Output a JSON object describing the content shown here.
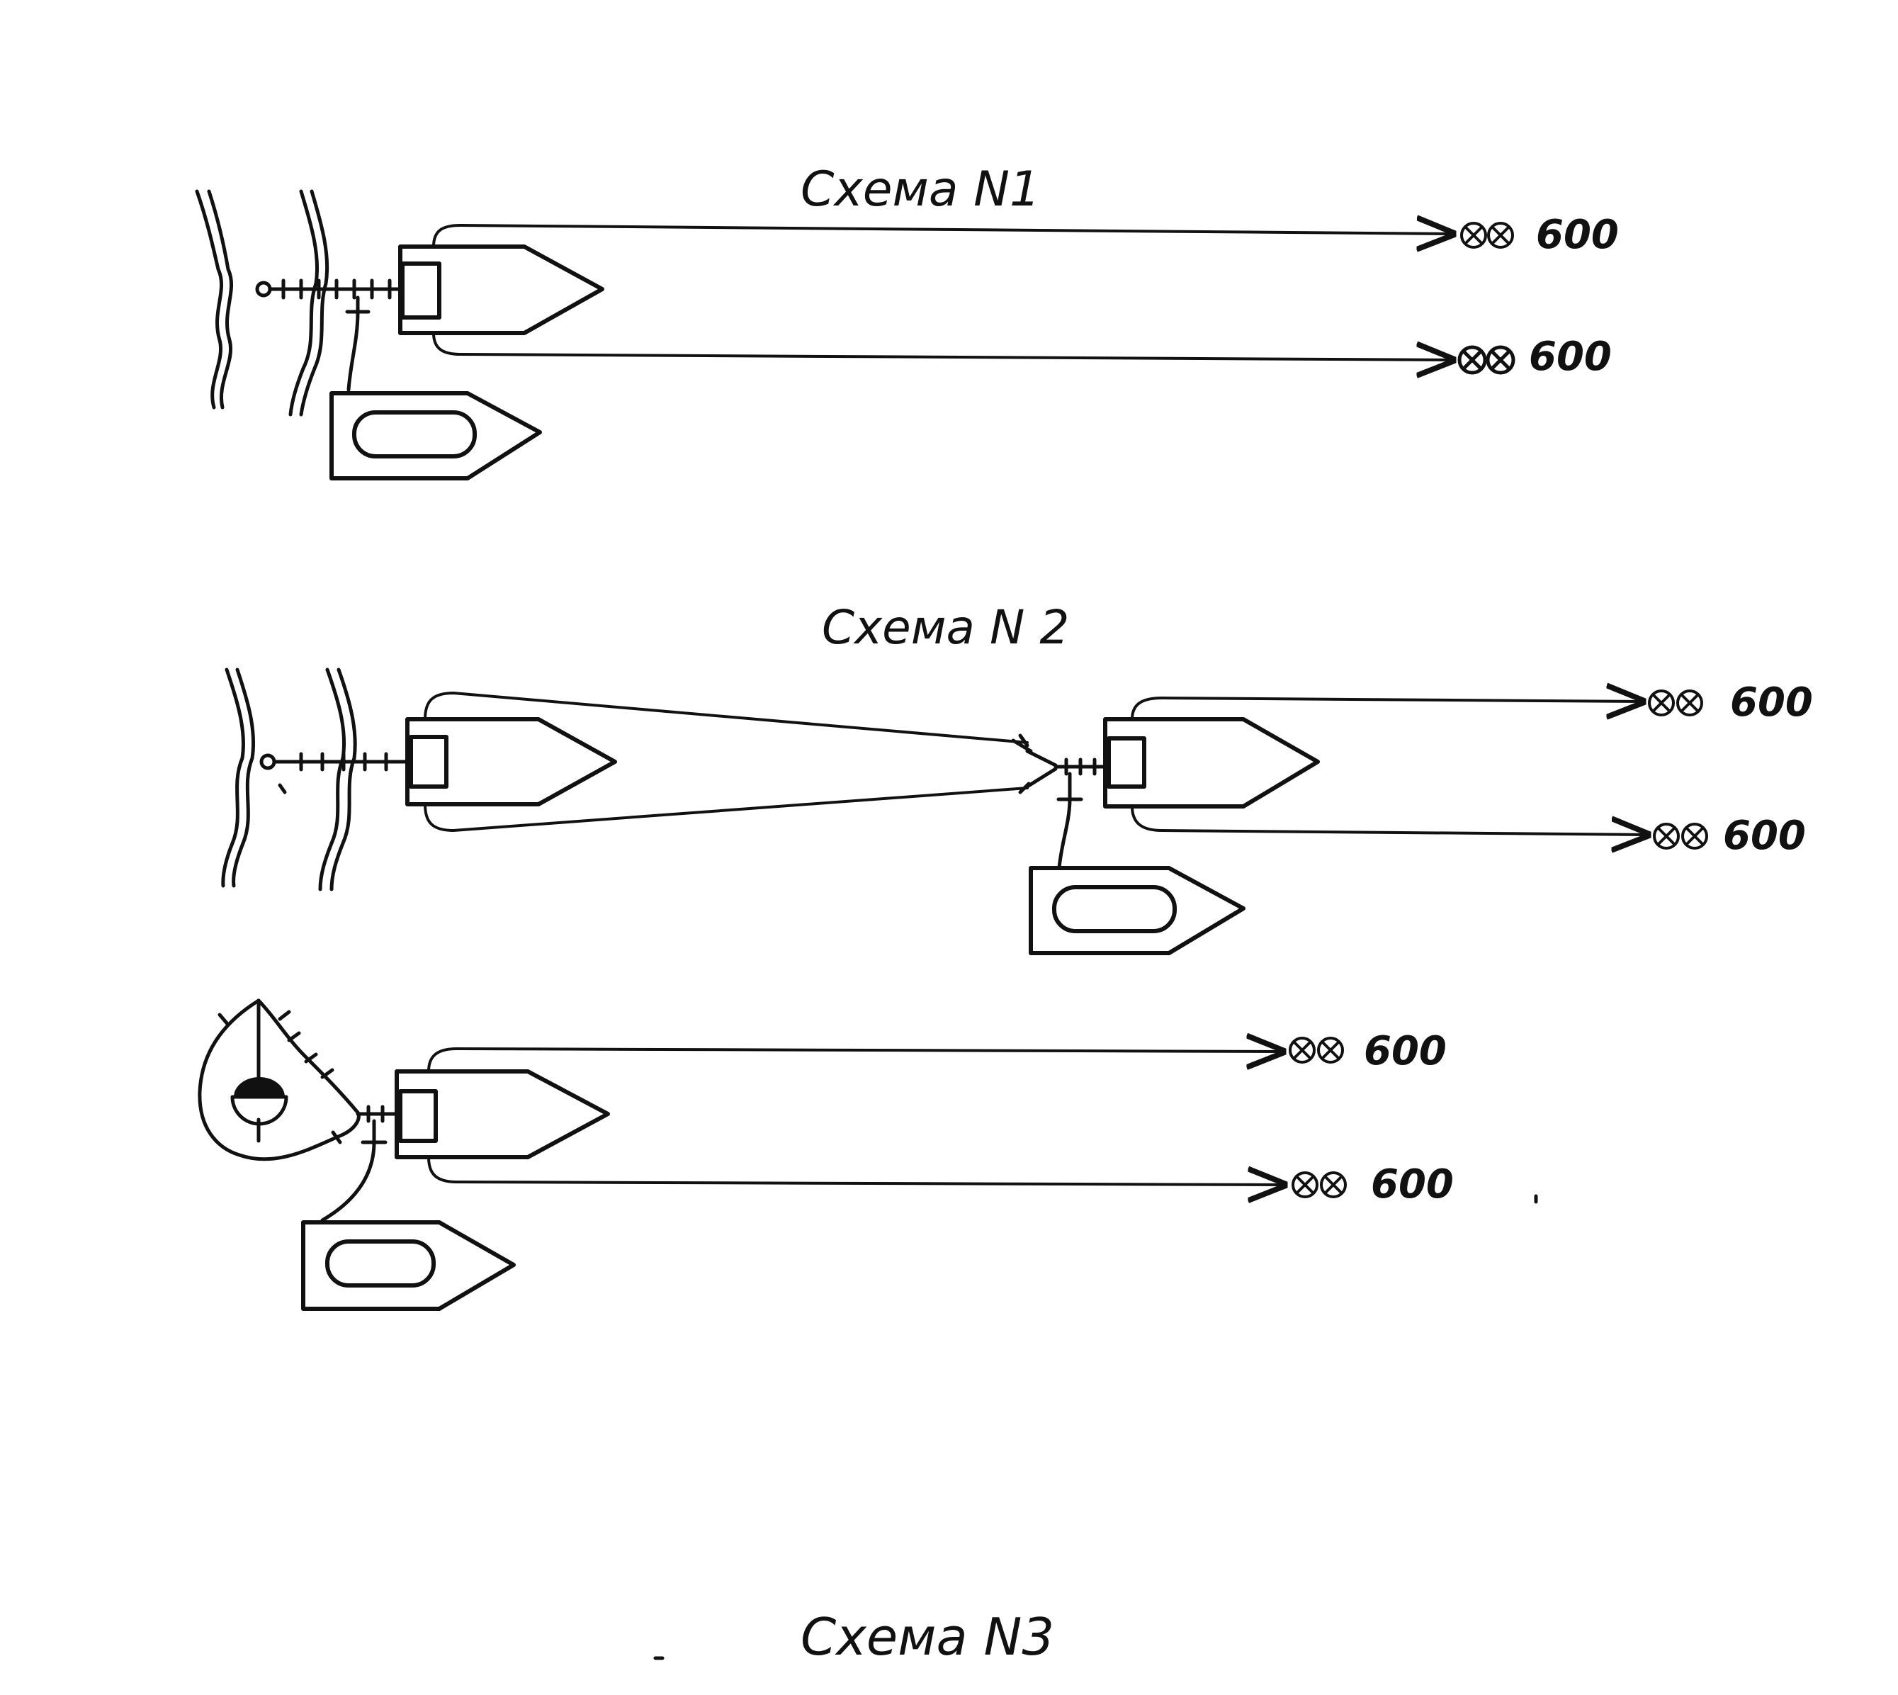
{
  "schemes": {
    "s1": {
      "title": "Схема N1",
      "range_top": "600",
      "range_bottom": "600"
    },
    "s2": {
      "title": "Схема N 2",
      "range_top": "600",
      "range_bottom": "600"
    },
    "s3": {
      "title": "Схема N3",
      "range_top": "600",
      "range_bottom": "600"
    }
  },
  "colors": {
    "ink": "#111111",
    "paper": "#ffffff"
  }
}
